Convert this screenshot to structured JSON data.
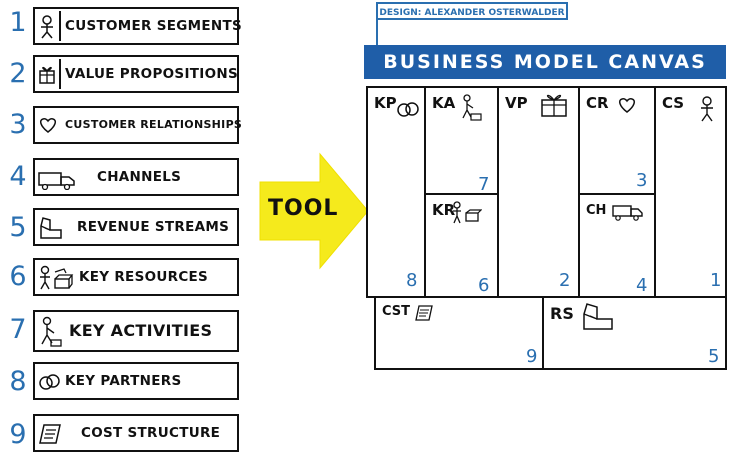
{
  "list": [
    {
      "num": "1",
      "label": "Customer Segments",
      "icon": "stick-figure-icon"
    },
    {
      "num": "2",
      "label": "Value Propositions",
      "icon": "gift-icon"
    },
    {
      "num": "3",
      "label": "Customer Relationships",
      "icon": "heart-icon"
    },
    {
      "num": "4",
      "label": "Channels",
      "icon": "truck-icon"
    },
    {
      "num": "5",
      "label": "Revenue Streams",
      "icon": "cash-register-icon"
    },
    {
      "num": "6",
      "label": "Key Resources",
      "icon": "resources-icon"
    },
    {
      "num": "7",
      "label": "Key Activities",
      "icon": "worker-icon"
    },
    {
      "num": "8",
      "label": "Key Partners",
      "icon": "rings-icon"
    },
    {
      "num": "9",
      "label": "Cost Structure",
      "icon": "receipt-icon"
    }
  ],
  "arrow_label": "TOOL",
  "design_credit": "DESIGN: ALEXANDER OSTERWALDER",
  "canvas_title": "BUSINESS MODEL CANVAS",
  "blocks": {
    "kp": {
      "abbr": "KP",
      "num": "8"
    },
    "ka": {
      "abbr": "KA",
      "num": "7"
    },
    "kr": {
      "abbr": "KR",
      "num": "6"
    },
    "vp": {
      "abbr": "VP",
      "num": "2"
    },
    "cr": {
      "abbr": "CR",
      "num": "3"
    },
    "ch": {
      "abbr": "CH",
      "num": "4"
    },
    "cs": {
      "abbr": "CS",
      "num": "1"
    },
    "cst": {
      "abbr": "CST",
      "num": "9"
    },
    "rs": {
      "abbr": "RS",
      "num": "5"
    }
  },
  "colors": {
    "accent": "#2a6fb0",
    "banner": "#1f5ea8",
    "arrow": "#f5ea1c"
  }
}
